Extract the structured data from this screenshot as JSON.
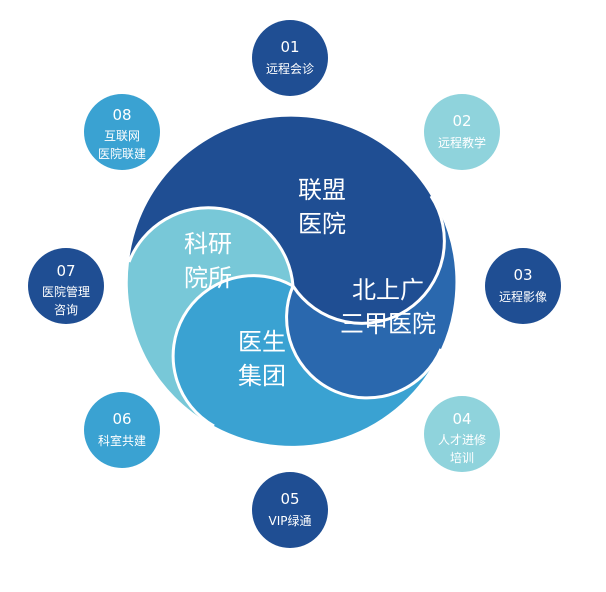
{
  "center": {
    "segments": [
      {
        "lines": [
          "联盟",
          "医院"
        ],
        "color": "#1f4e93"
      },
      {
        "lines": [
          "北上广",
          "三甲医院"
        ],
        "color": "#2a68ae"
      },
      {
        "lines": [
          "医生",
          "集团"
        ],
        "color": "#3aa2d2"
      },
      {
        "lines": [
          "科研",
          "院所"
        ],
        "color": "#78c8d8"
      }
    ]
  },
  "satellites": [
    {
      "num": "01",
      "lines": [
        "远程会诊"
      ],
      "color": "#1f4e93"
    },
    {
      "num": "02",
      "lines": [
        "远程教学"
      ],
      "color": "#8fd3dc"
    },
    {
      "num": "03",
      "lines": [
        "远程影像"
      ],
      "color": "#1f4e93"
    },
    {
      "num": "04",
      "lines": [
        "人才进修",
        "培训"
      ],
      "color": "#8fd3dc"
    },
    {
      "num": "05",
      "lines": [
        "VIP绿通"
      ],
      "color": "#1f4e93"
    },
    {
      "num": "06",
      "lines": [
        "科室共建"
      ],
      "color": "#3aa2d2"
    },
    {
      "num": "07",
      "lines": [
        "医院管理",
        "咨询"
      ],
      "color": "#1f4e93"
    },
    {
      "num": "08",
      "lines": [
        "互联网",
        "医院联建"
      ],
      "color": "#3aa2d2"
    }
  ]
}
